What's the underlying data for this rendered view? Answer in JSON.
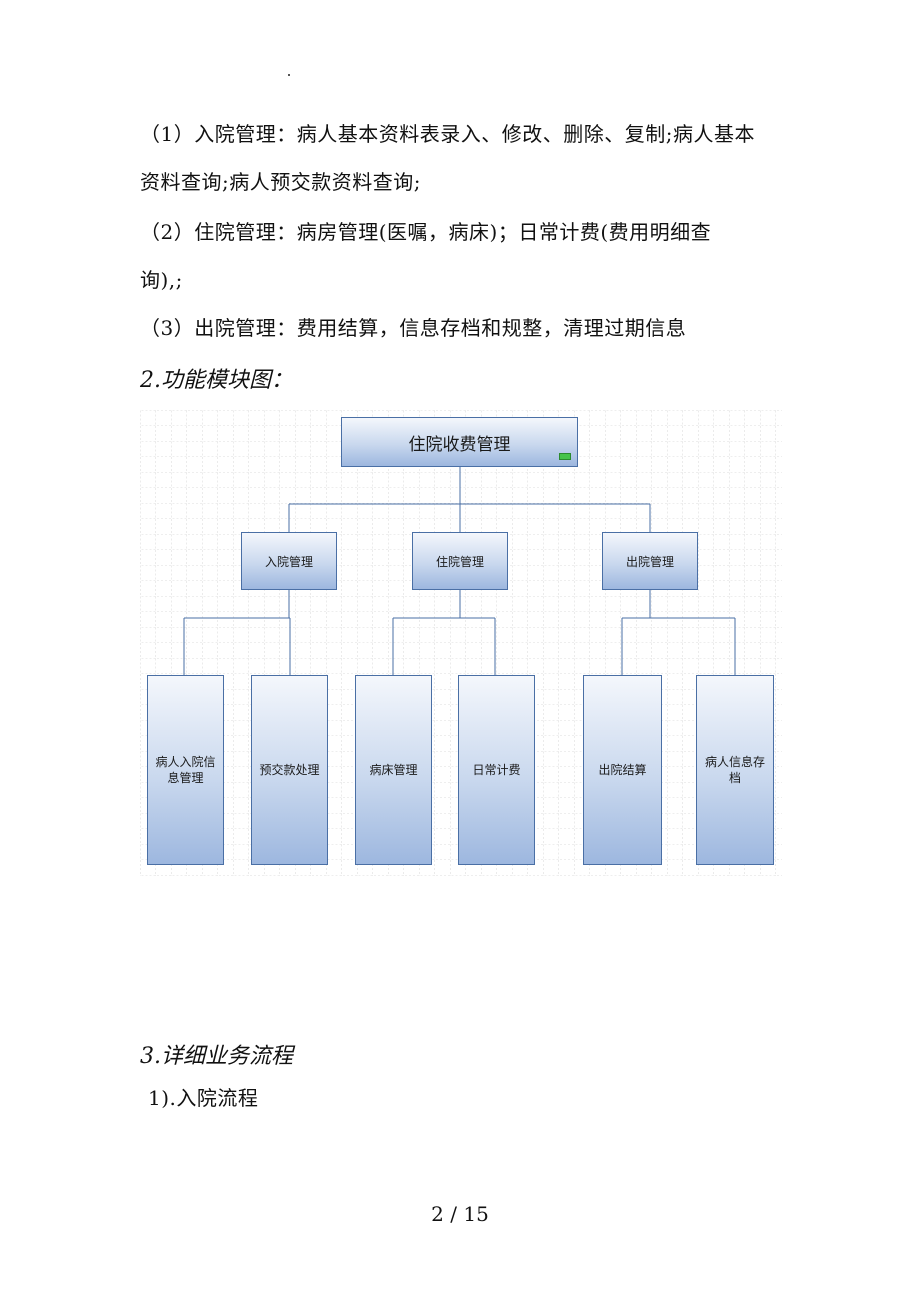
{
  "paragraphs": [
    "（1）入院管理：病人基本资料表录入、修改、删除、复制;病人基本",
    "资料查询;病人预交款资料查询;",
    "（2）住院管理：病房管理(医嘱，病床)；日常计费(费用明细查",
    "询),;",
    "（3）出院管理：费用结算，信息存档和规整，清理过期信息"
  ],
  "heading_2": "2.功能模块图：",
  "diagram": {
    "root": "住院收费管理",
    "modules": [
      {
        "label": "入院管理",
        "children": [
          "病人入院信息管理",
          "预交款处理"
        ]
      },
      {
        "label": "住院管理",
        "children": [
          "病床管理",
          "日常计费"
        ]
      },
      {
        "label": "出院管理",
        "children": [
          "出院结算",
          "病人信息存档"
        ]
      }
    ]
  },
  "heading_3": "3.详细业务流程",
  "subheading": "1).入院流程",
  "page_number": "2 / 15"
}
